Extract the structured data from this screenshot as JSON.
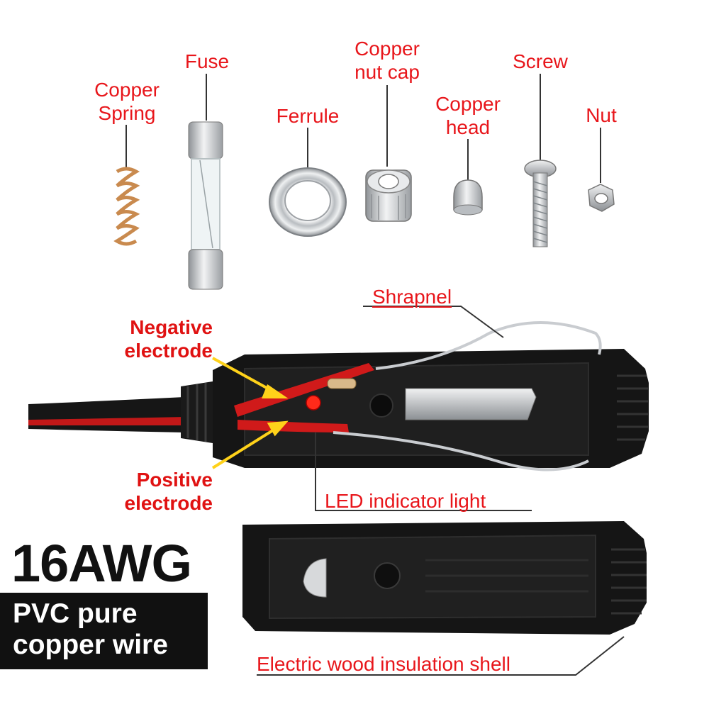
{
  "labels": {
    "copper_spring": [
      "Copper",
      "Spring"
    ],
    "fuse": "Fuse",
    "ferrule": "Ferrule",
    "copper_nut_cap": [
      "Copper",
      "nut cap"
    ],
    "copper_head": [
      "Copper",
      "head"
    ],
    "screw": "Screw",
    "nut": "Nut",
    "shrapnel": "Shrapnel",
    "negative_electrode": [
      "Negative",
      "electrode"
    ],
    "positive_electrode": [
      "Positive",
      "electrode"
    ],
    "led_indicator": "LED indicator light",
    "insulation_shell": "Electric wood insulation shell"
  },
  "badge": {
    "gauge": "16AWG",
    "wire_desc": [
      "PVC pure",
      "copper wire"
    ]
  },
  "colors": {
    "label_red": "#e8161b",
    "badge_bg": "#111111",
    "plug_black": "#141414",
    "wire_red": "#d01a1a",
    "metal": "#c9ccd0",
    "copper": "#c98a4e"
  }
}
